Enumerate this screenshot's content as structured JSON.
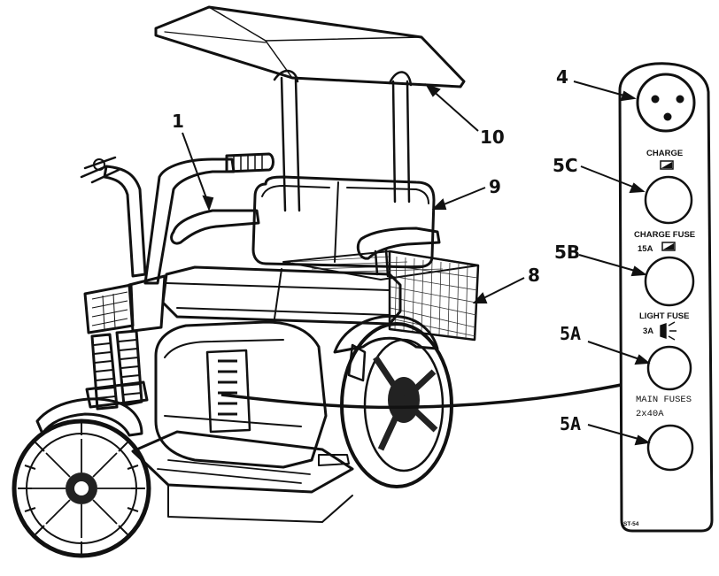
{
  "callouts": [
    {
      "label": "1"
    },
    {
      "label": "10"
    },
    {
      "label": "9"
    },
    {
      "label": "8"
    },
    {
      "label": "4"
    },
    {
      "label": "5C"
    },
    {
      "label": "5B"
    },
    {
      "label": "5A"
    },
    {
      "label": "5A"
    }
  ],
  "panel": {
    "charge": "CHARGE",
    "charge_fuse": "CHARGE FUSE",
    "charge_fuse_rating": "15A",
    "light_fuse": "LIGHT FUSE",
    "light_fuse_rating": "3A",
    "main_fuses": "MAIN FUSES",
    "main_fuses_rating": "2x40A",
    "code": "ST-54"
  }
}
